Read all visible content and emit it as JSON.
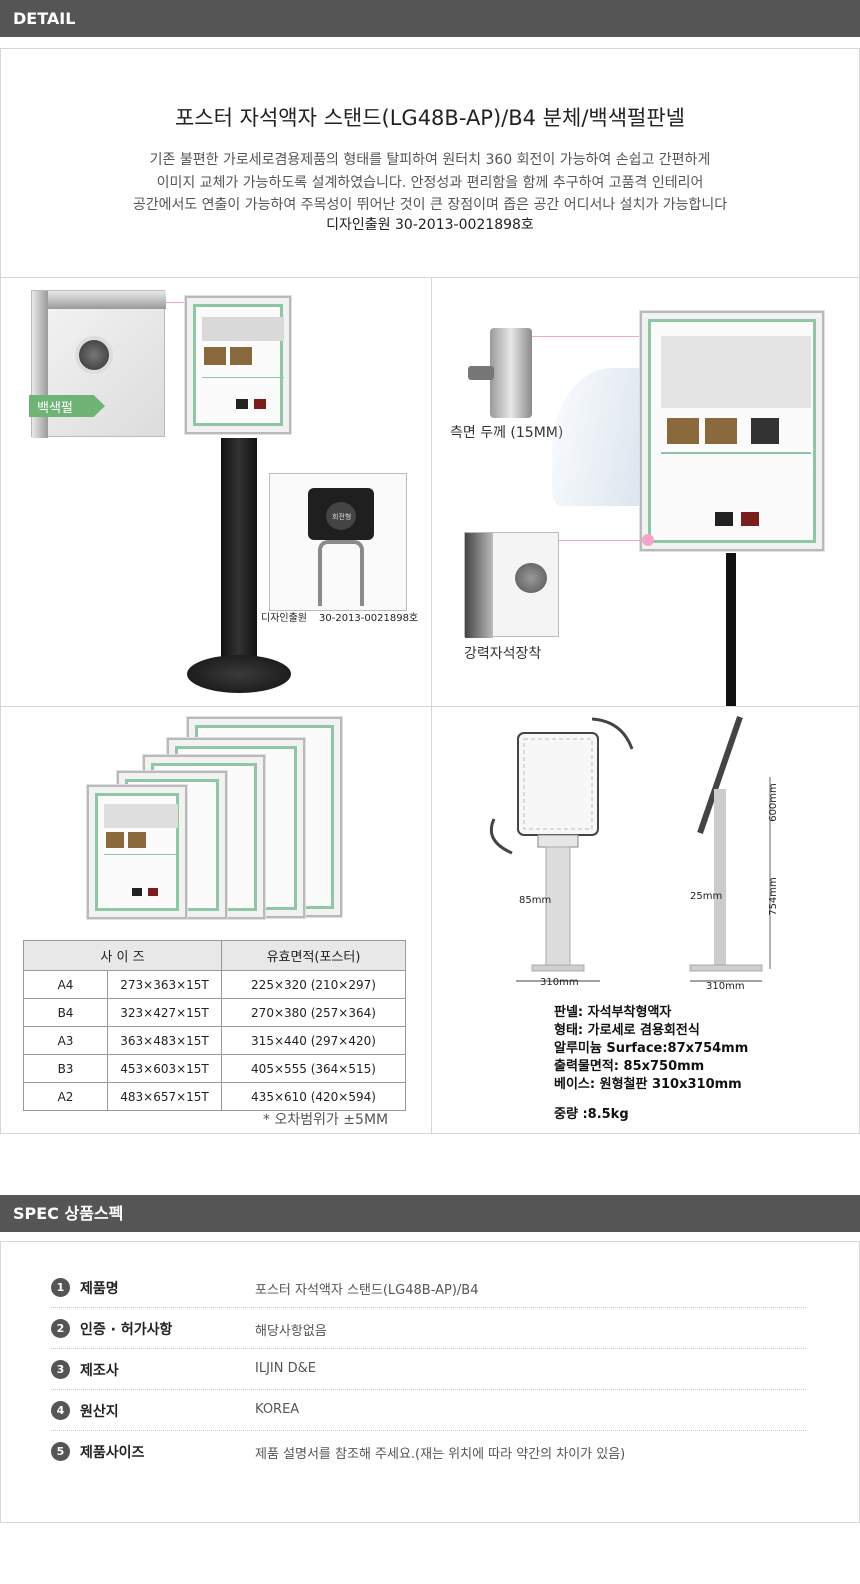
{
  "detail_bar": {
    "label": "DETAIL"
  },
  "intro": {
    "title": "포스터 자석액자 스탠드(LG48B-AP)/B4  분체/백색펄판넬",
    "desc_lines": [
      "기존 불편한 가로세로겸용제품의 형태를 탈피하여 원터치 360 회전이 가능하여 손쉽고 간편하게",
      "이미지 교체가 가능하도록 설계하였습니다. 안정성과 편리함을 함께 추구하여 고품격 인테리어",
      "공간에서도 연출이  가능하여  주목성이 뛰어난 것이 큰 장점이며  좁은 공간 어디서나 설치가 가능합니다"
    ],
    "registration": "디자인출원    30-2013-0021898호"
  },
  "panel_tl": {
    "badge": "백색펄",
    "design_reg_label": "디자인출원",
    "design_reg_number": "30-2013-0021898호",
    "hinge_label": "회전형"
  },
  "panel_tr": {
    "thickness_label": "측면 두께 (15MM)",
    "magnet_label": "강력자석장착"
  },
  "size_table": {
    "headers": [
      "사 이 즈",
      "유효면적(포스터)"
    ],
    "rows": [
      {
        "name": "A4",
        "size": "273×363×15T",
        "area": "225×320 (210×297)"
      },
      {
        "name": "B4",
        "size": "323×427×15T",
        "area": "270×380 (257×364)"
      },
      {
        "name": "A3",
        "size": "363×483×15T",
        "area": "315×440 (297×420)"
      },
      {
        "name": "B3",
        "size": "453×603×15T",
        "area": "405×555 (364×515)"
      },
      {
        "name": "A2",
        "size": "483×657×15T",
        "area": "435×610 (420×594)"
      }
    ],
    "note": "* 오차범위가 ±5MM"
  },
  "diagram": {
    "dim_85": "85mm",
    "dim_310_left": "310mm",
    "dim_25": "25mm",
    "dim_600": "600mm",
    "dim_754": "754mm",
    "dim_310_right": "310mm",
    "specs": [
      "판넬: 자석부착형액자",
      "형태: 가로세로 겸용회전식",
      "알루미늄 Surface:87x754mm",
      "출력물면적: 85x750mm",
      "베이스: 원형철판 310x310mm",
      "",
      "중량 :8.5kg"
    ]
  },
  "spec_bar": {
    "label": "SPEC 상품스펙"
  },
  "spec_list": [
    {
      "num": "1",
      "key": "제품명",
      "value": "포스터 자석액자 스탠드(LG48B-AP)/B4"
    },
    {
      "num": "2",
      "key": "인증 · 허가사항",
      "value": "해당사항없음"
    },
    {
      "num": "3",
      "key": "제조사",
      "value": "ILJIN D&E"
    },
    {
      "num": "4",
      "key": "원산지",
      "value": "KOREA"
    },
    {
      "num": "5",
      "key": "제품사이즈",
      "value": "제품 설명서를 참조해 주세요.(재는 위치에 따라 약간의 차이가 있음)"
    }
  ],
  "colors": {
    "bar": "#555555",
    "accent_green": "#8fc6a4",
    "badge_green": "#6fb476",
    "pink_marker": "#f4a6c9"
  }
}
